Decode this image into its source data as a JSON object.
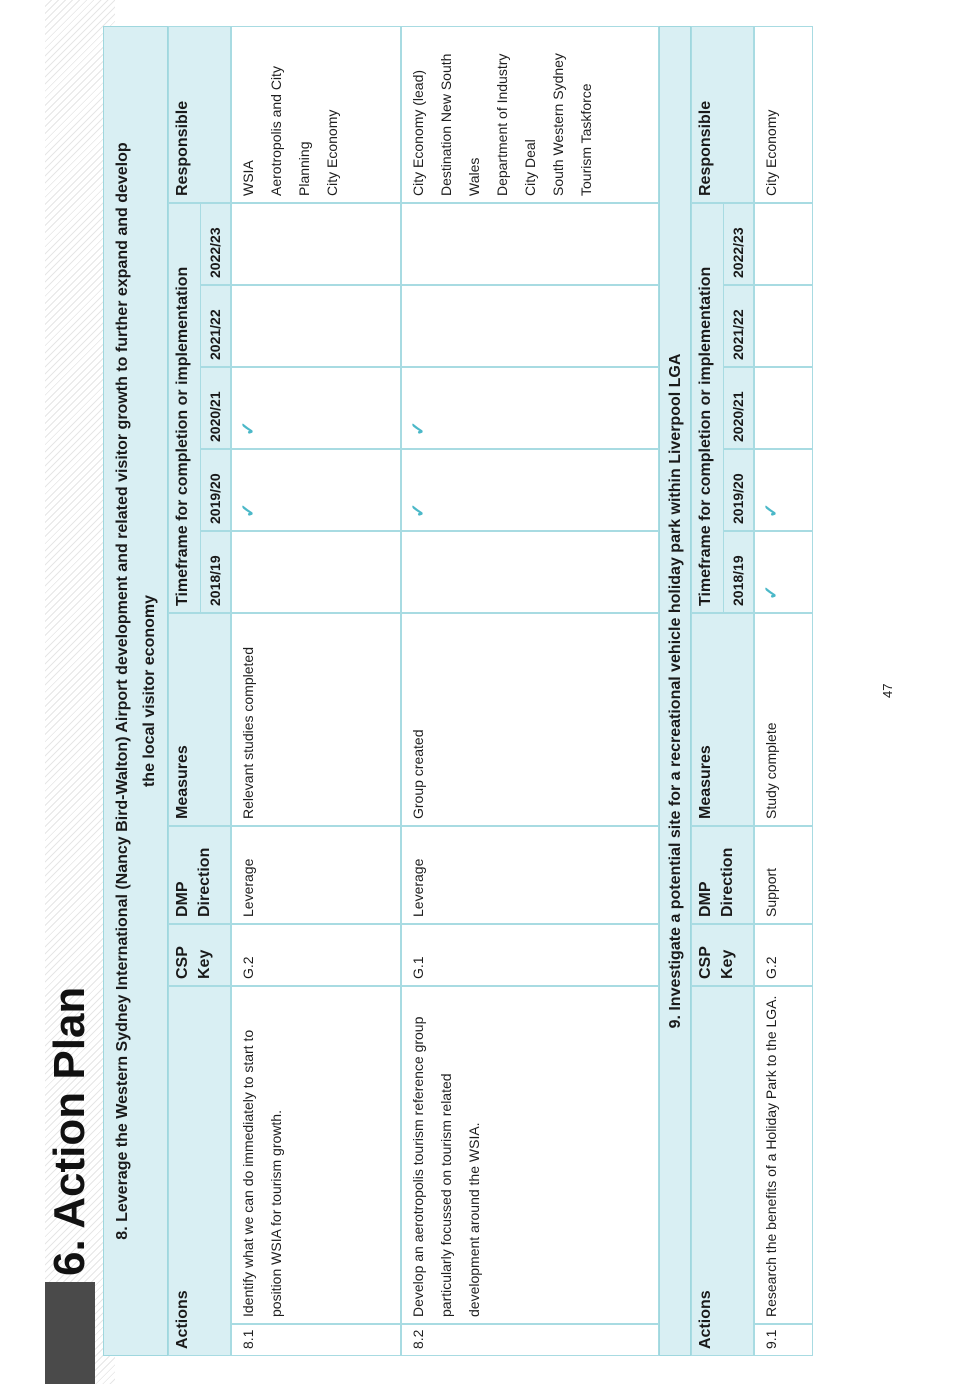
{
  "page": {
    "section_title": "6. Action Plan",
    "page_number": "47"
  },
  "headers": {
    "actions": "Actions",
    "csp_line1": "CSP",
    "csp_line2": "Key",
    "dmp_line1": "DMP",
    "dmp_line2": "Direction",
    "measures": "Measures",
    "timeframe": "Timeframe for completion or implementation",
    "years": [
      "2018/19",
      "2019/20",
      "2020/21",
      "2021/22",
      "2022/23"
    ],
    "responsible": "Responsible"
  },
  "tick_symbol": "✓",
  "accent_color": "#4bb8c8",
  "band_color": "#d9eff3",
  "sections": [
    {
      "heading_line1": "8.  Leverage the Western Sydney International (Nancy Bird-Walton) Airport development and related visitor growth to further expand and develop",
      "heading_line2": "the local visitor economy",
      "rows": [
        {
          "id": "8.1",
          "action": "Identify what we can do immediately to start to position WSIA for tourism growth.",
          "csp_key": "G.2",
          "dmp_direction": "Leverage",
          "measures": "Relevant studies completed",
          "timeframe": [
            false,
            true,
            true,
            false,
            false
          ],
          "responsible": [
            "WSIA",
            "Aerotropolis and City Planning",
            "City Economy"
          ]
        },
        {
          "id": "8.2",
          "action": "Develop an aerotropolis tourism reference group particularly focussed on tourism related development around the WSIA.",
          "csp_key": "G.1",
          "dmp_direction": "Leverage",
          "measures": "Group created",
          "timeframe": [
            false,
            true,
            true,
            false,
            false
          ],
          "responsible": [
            "City Economy (lead)",
            "Destination New South Wales",
            "Department of Industry",
            "City Deal",
            "South Western Sydney Tourism Taskforce"
          ]
        }
      ]
    },
    {
      "heading_line1": "9.  Investigate a potential site for a recreational vehicle holiday park within Liverpool LGA",
      "heading_line2": "",
      "rows": [
        {
          "id": "9.1",
          "action": "Research the benefits of a Holiday Park to the LGA.",
          "csp_key": "G.2",
          "dmp_direction": "Support",
          "measures": "Study complete",
          "timeframe": [
            true,
            true,
            false,
            false,
            false
          ],
          "responsible": [
            "City Economy"
          ]
        }
      ]
    }
  ]
}
